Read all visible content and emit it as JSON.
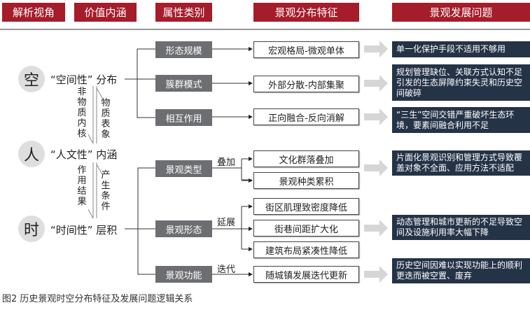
{
  "headers": [
    "解析视角",
    "价值内涵",
    "属性类别",
    "景观分布特征",
    "景观发展问题"
  ],
  "perspectives": [
    {
      "char": "空",
      "label": "“空间性” 分布"
    },
    {
      "char": "人",
      "label": "“人文性” 内涵"
    },
    {
      "char": "时",
      "label": "“时间性” 层积"
    }
  ],
  "relations": {
    "left1": "非物质内核",
    "right1": "物质表象",
    "left2": "作用结果",
    "right2": "产生条件"
  },
  "categories": [
    "形态规模",
    "簇群模式",
    "相互作用",
    "景观类型",
    "景观形态",
    "景观功能"
  ],
  "connectors": [
    "叠加",
    "延展",
    "迭代"
  ],
  "features": [
    "宏观格局-微观单体",
    "外部分散-内部集聚",
    "正向融合-反向消解",
    "文化群落叠加",
    "景观种类累积",
    "街区肌理致密度降低",
    "街巷间距扩大化",
    "建筑布局紧凑性降低",
    "随城镇发展迭代更新"
  ],
  "problems": [
    "单一化保护手段不适用不够用",
    "规划管理缺位、关联方式认知不足引发的生态屏障约束失灵和历史空间破碎",
    "“三生”空间交错严重破坏生态环境，要素间融合利用不足",
    "片面化景观识别和管理方式导致覆盖对象不全面、应用方法不适配",
    "动态管理和城市更新的不足导致空间及设施利用率大幅下降",
    "历史空间因难以实现功能上的顺利更迭而被空置、废弃"
  ],
  "caption": "图2  历史景观时空分布特征及发展问题逻辑关系",
  "colors": {
    "header": "#a51c2a",
    "category": "#6d6e71",
    "problem": "#253347"
  }
}
